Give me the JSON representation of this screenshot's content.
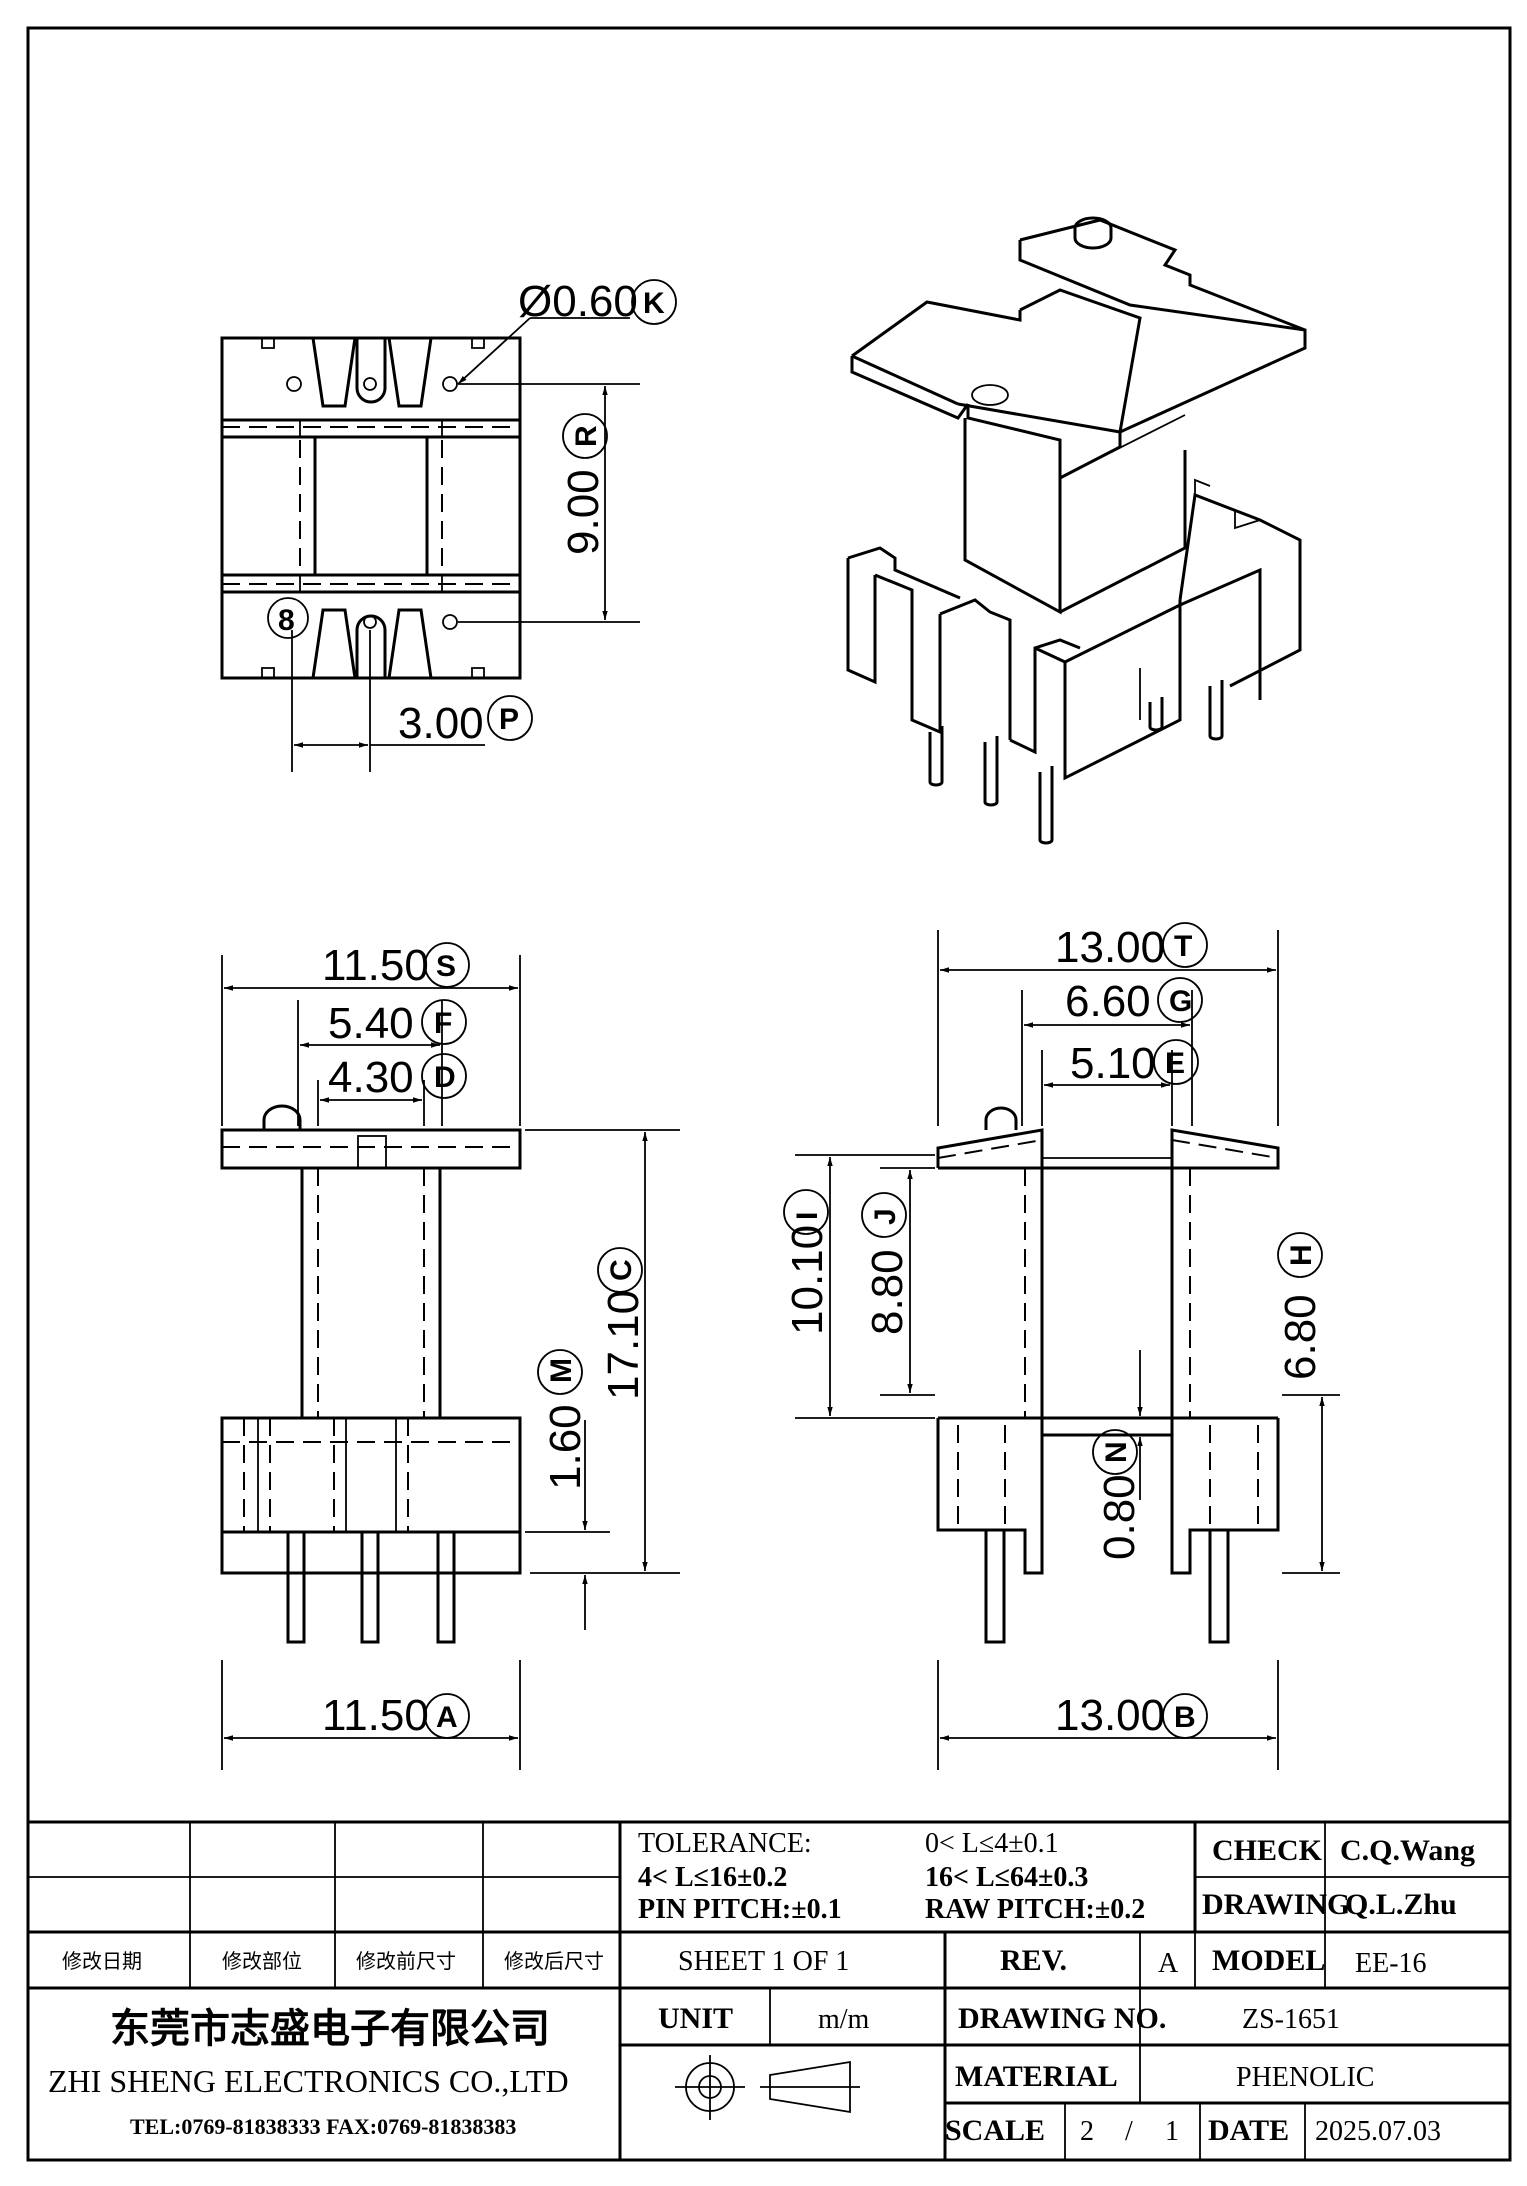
{
  "dimensions": {
    "K": {
      "value": "Ø0.60",
      "letter": "K"
    },
    "R": {
      "value": "9.00",
      "letter": "R"
    },
    "P": {
      "value": "3.00",
      "letter": "P"
    },
    "S": {
      "value": "11.50",
      "letter": "S"
    },
    "F": {
      "value": "5.40",
      "letter": "F"
    },
    "D": {
      "value": "4.30",
      "letter": "D"
    },
    "C": {
      "value": "17.10",
      "letter": "C"
    },
    "M": {
      "value": "1.60",
      "letter": "M"
    },
    "A": {
      "value": "11.50",
      "letter": "A"
    },
    "T": {
      "value": "13.00",
      "letter": "T"
    },
    "G": {
      "value": "6.60",
      "letter": "G"
    },
    "E": {
      "value": "5.10",
      "letter": "E"
    },
    "I": {
      "value": "10.10",
      "letter": "I"
    },
    "J": {
      "value": "8.80",
      "letter": "J"
    },
    "H": {
      "value": "6.80",
      "letter": "H"
    },
    "N": {
      "value": "0.80",
      "letter": "N"
    },
    "B": {
      "value": "13.00",
      "letter": "B"
    }
  },
  "pin_mark": "8",
  "title_block": {
    "revision_headers": [
      "修改日期",
      "修改部位",
      "修改前尺寸",
      "修改后尺寸"
    ],
    "tolerance": {
      "line1_a": "TOLERANCE:",
      "line1_b": "0< L≤4±0.1",
      "line2_a": "4< L≤16±0.2",
      "line2_b": "16< L≤64±0.3",
      "line3_a": "PIN PITCH:±0.1",
      "line3_b": "RAW PITCH:±0.2"
    },
    "check_label": "CHECK",
    "check_value": "C.Q.Wang",
    "drawing_label": "DRAWING",
    "drawing_value": "Q.L.Zhu",
    "sheet": "SHEET 1 OF 1",
    "rev_label": "REV.",
    "rev_value": "A",
    "model_label": "MODEL",
    "model_value": "EE-16",
    "company_cn": "东莞市志盛电子有限公司",
    "company_en": "ZHI SHENG ELECTRONICS CO.,LTD",
    "contact": "TEL:0769-81838333 FAX:0769-81838383",
    "unit_label": "UNIT",
    "unit_value": "m/m",
    "drawing_no_label": "DRAWING NO.",
    "drawing_no_value": "ZS-1651",
    "material_label": "MATERIAL",
    "material_value": "PHENOLIC",
    "scale_label": "SCALE",
    "scale_num": "2",
    "scale_sep": "/",
    "scale_den": "1",
    "date_label": "DATE",
    "date_value": "2025.07.03"
  }
}
